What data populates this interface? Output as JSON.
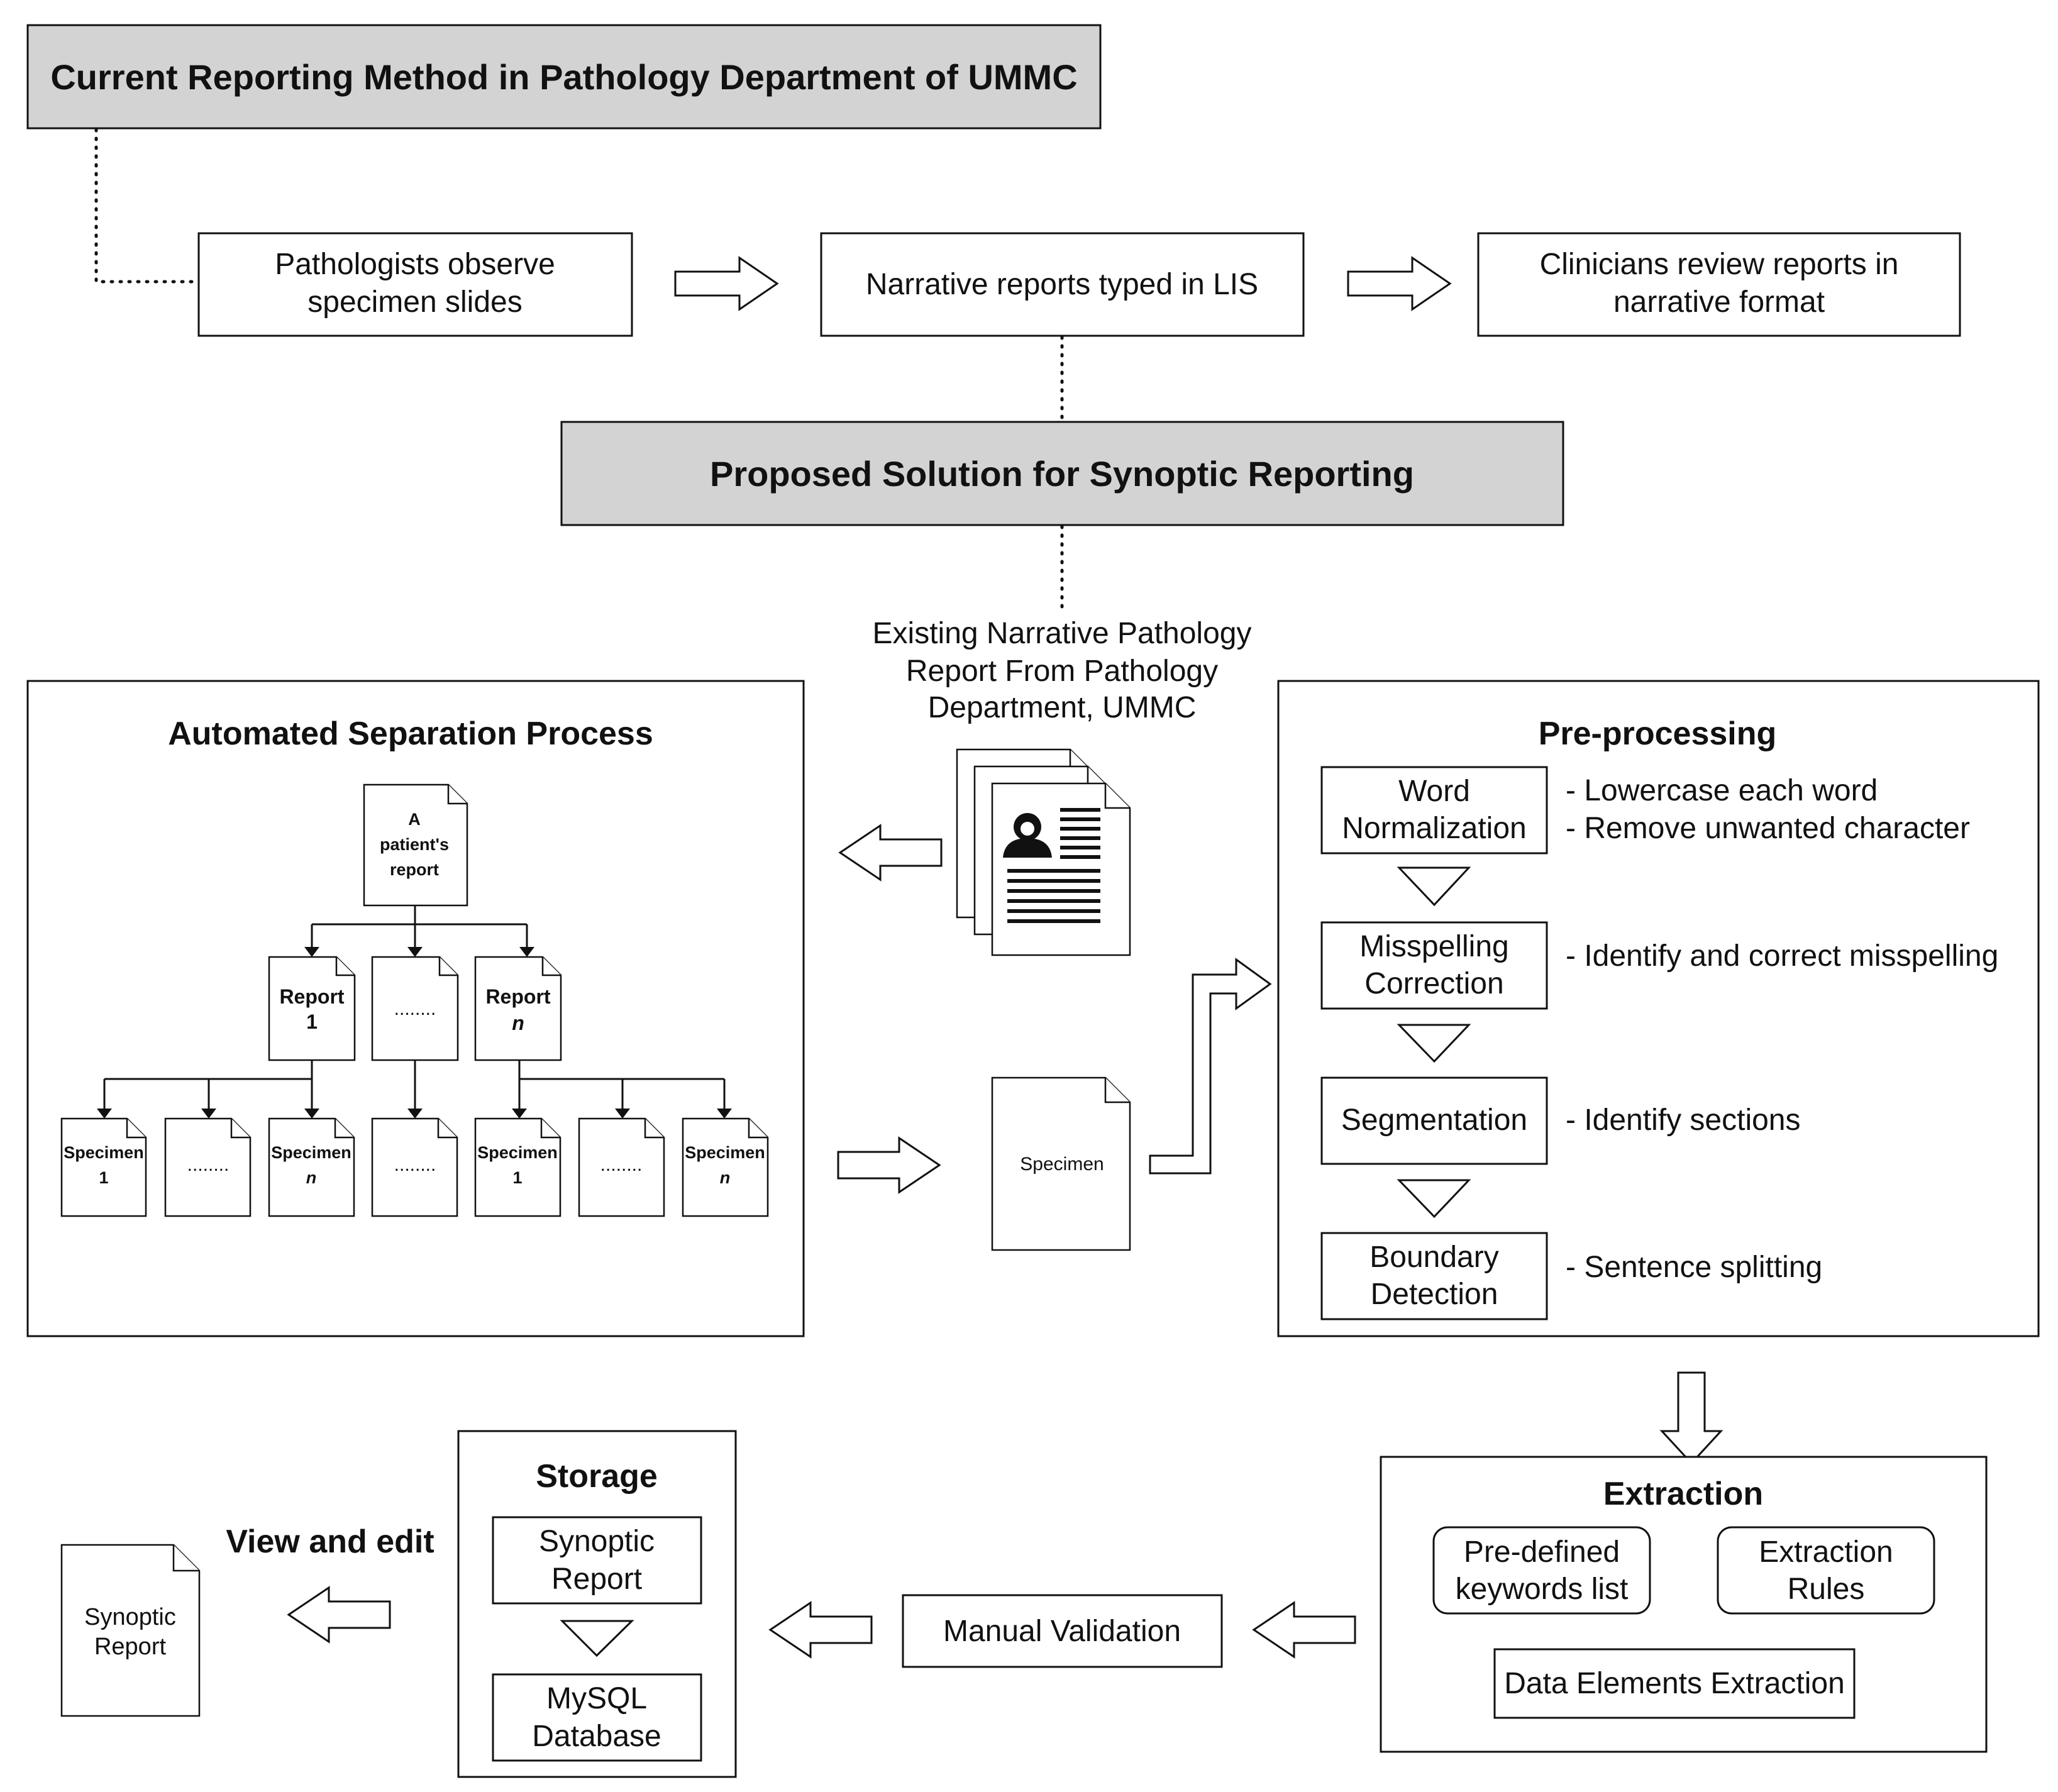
{
  "current_method": {
    "title": "Current Reporting Method in Pathology Department of UMMC",
    "steps": [
      [
        "Pathologists observe",
        "specimen slides"
      ],
      [
        "Narrative reports typed in LIS"
      ],
      [
        "Clinicians review reports in",
        "narrative format"
      ]
    ]
  },
  "proposed": {
    "title": "Proposed Solution for Synoptic Reporting"
  },
  "existing_report_label": [
    "Existing Narrative Pathology",
    "Report From Pathology",
    "Department, UMMC"
  ],
  "separation": {
    "title": "Automated Separation Process",
    "root_doc": [
      "A",
      "patient's",
      "report"
    ],
    "report_first": [
      "Report",
      "1"
    ],
    "report_last": [
      "Report",
      "n"
    ],
    "ellipsis": "........",
    "specimen_first": [
      "Specimen",
      "1"
    ],
    "specimen_last": [
      "Specimen",
      "n"
    ]
  },
  "specimen_doc": "Specimen",
  "preprocessing": {
    "title": "Pre-processing",
    "steps": [
      {
        "name": [
          "Word",
          "Normalization"
        ],
        "notes": [
          "- Lowercase each word",
          "- Remove unwanted character"
        ]
      },
      {
        "name": [
          "Misspelling",
          "Correction"
        ],
        "notes": [
          "- Identify and correct misspelling"
        ]
      },
      {
        "name": [
          "Segmentation"
        ],
        "notes": [
          "- Identify sections"
        ]
      },
      {
        "name": [
          "Boundary",
          "Detection"
        ],
        "notes": [
          "- Sentence splitting"
        ]
      }
    ]
  },
  "extraction": {
    "title": "Extraction",
    "keywords": [
      "Pre-defined",
      "keywords list"
    ],
    "rules": [
      "Extraction",
      "Rules"
    ],
    "data_elements": "Data Elements Extraction"
  },
  "manual_validation": "Manual Validation",
  "storage": {
    "title": "Storage",
    "synoptic": [
      "Synoptic",
      "Report"
    ],
    "database": [
      "MySQL",
      "Database"
    ]
  },
  "view_edit": "View and edit",
  "synoptic_doc": [
    "Synoptic",
    "Report"
  ],
  "icons": {
    "documents": "report-stack-icon",
    "patient": "patient-avatar-icon",
    "arrows": "hollow-arrow-icon"
  }
}
